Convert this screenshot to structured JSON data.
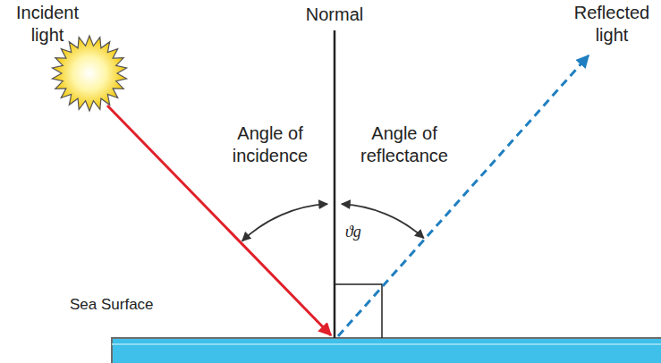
{
  "diagram": {
    "labels": [
      "Incident light",
      "Normal",
      "Reflected light",
      "Angle of incidence",
      "Angle of reflectance",
      "ϑg",
      "Sea Surface"
    ]
  }
}
